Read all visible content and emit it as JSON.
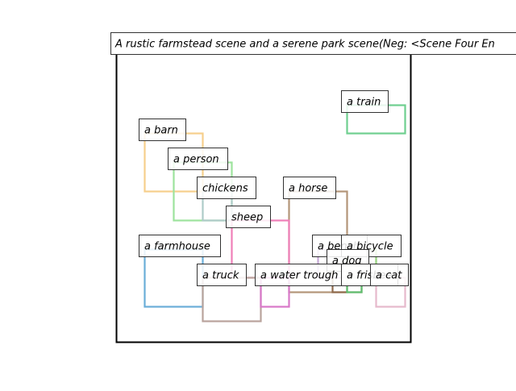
{
  "title": "A rustic farmstead scene and a serene park scene(Neg: <Scene Four En",
  "colors": {
    "frame": "#000000",
    "label_border": "#333333",
    "label_fill": "#ffffff",
    "background": "#ffffff"
  },
  "boxes": [
    {
      "id": "train",
      "label": "a train",
      "color": "#6fcf8f"
    },
    {
      "id": "barn",
      "label": "a barn",
      "color": "#f6cf8c"
    },
    {
      "id": "person",
      "label": "a person",
      "color": "#9de39d"
    },
    {
      "id": "chickens",
      "label": "chickens",
      "color": "#aecbc8"
    },
    {
      "id": "horse",
      "label": "a horse",
      "color": "#b39579"
    },
    {
      "id": "sheep",
      "label": "sheep",
      "color": "#ef7fb8"
    },
    {
      "id": "farmhouse",
      "label": "a farmhouse",
      "color": "#6aaed8"
    },
    {
      "id": "bench",
      "label": "a bench",
      "color": "#c4a8d4"
    },
    {
      "id": "bicycle",
      "label": "a bicycle",
      "color": "#98d67f"
    },
    {
      "id": "dog",
      "label": "a dog",
      "color": "#8f6a4c"
    },
    {
      "id": "truck",
      "label": "a truck",
      "color": "#b9a39c"
    },
    {
      "id": "water_trough",
      "label": "a water trough",
      "color": "#d878c9"
    },
    {
      "id": "frisbee",
      "label": "a frisbee",
      "color": "#5fbf6f"
    },
    {
      "id": "cat",
      "label": "a cat",
      "color": "#e6b9cc"
    }
  ]
}
